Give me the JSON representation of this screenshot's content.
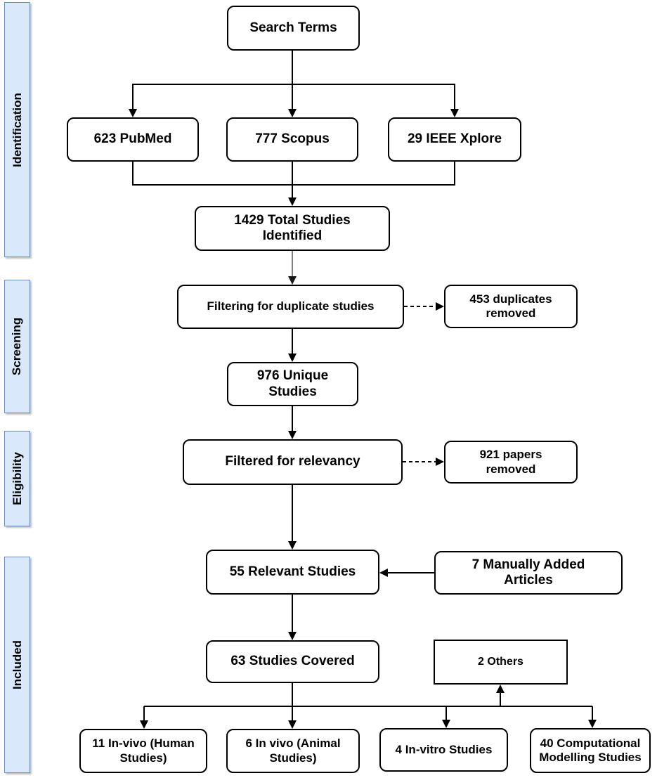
{
  "diagram": {
    "type": "flowchart",
    "stages": {
      "identification": "Identification",
      "screening": "Screening",
      "eligibility": "Eligibility",
      "included": "Included"
    },
    "nodes": {
      "search_terms": "Search Terms",
      "pubmed": "623 PubMed",
      "scopus": "777 Scopus",
      "ieee_xplore": "29 IEEE Xplore",
      "total_identified": "1429 Total Studies\nIdentified",
      "duplicate_filtering": "Filtering for duplicate studies",
      "duplicates_removed": "453 duplicates\nremoved",
      "unique_studies": "976 Unique\nStudies",
      "relevancy_filtering": "Filtered for relevancy",
      "papers_removed": "921 papers\nremoved",
      "relevant_studies": "55 Relevant Studies",
      "manually_added": "7 Manually Added\nArticles",
      "studies_covered": "63 Studies Covered",
      "others": "2 Others",
      "invivo_human": "11 In-vivo (Human\nStudies)",
      "invivo_animal": "6 In vivo (Animal\nStudies)",
      "invitro": "4 In-vitro Studies",
      "computational": "40 Computational\nModelling Studies"
    },
    "counts": {
      "pubmed": 623,
      "scopus": 777,
      "ieee_xplore": 29,
      "total_identified": 1429,
      "duplicates_removed": 453,
      "unique_studies": 976,
      "papers_removed": 921,
      "relevant_studies": 55,
      "manually_added": 7,
      "studies_covered": 63,
      "others": 2,
      "invivo_human": 11,
      "invivo_animal": 6,
      "invitro": 4,
      "computational": 40
    },
    "edges": [
      {
        "from": "search_terms",
        "to": "pubmed",
        "style": "solid-arrow"
      },
      {
        "from": "search_terms",
        "to": "scopus",
        "style": "solid-arrow"
      },
      {
        "from": "search_terms",
        "to": "ieee_xplore",
        "style": "solid-arrow"
      },
      {
        "from": "pubmed",
        "to": "total_identified",
        "style": "solid-arrow"
      },
      {
        "from": "scopus",
        "to": "total_identified",
        "style": "solid-arrow"
      },
      {
        "from": "ieee_xplore",
        "to": "total_identified",
        "style": "solid-arrow"
      },
      {
        "from": "total_identified",
        "to": "duplicate_filtering",
        "style": "gray-arrow"
      },
      {
        "from": "duplicate_filtering",
        "to": "duplicates_removed",
        "style": "dashed-arrow"
      },
      {
        "from": "duplicate_filtering",
        "to": "unique_studies",
        "style": "solid-arrow"
      },
      {
        "from": "unique_studies",
        "to": "relevancy_filtering",
        "style": "solid-arrow"
      },
      {
        "from": "relevancy_filtering",
        "to": "papers_removed",
        "style": "dashed-arrow"
      },
      {
        "from": "relevancy_filtering",
        "to": "relevant_studies",
        "style": "solid-arrow"
      },
      {
        "from": "manually_added",
        "to": "relevant_studies",
        "style": "solid-arrow"
      },
      {
        "from": "relevant_studies",
        "to": "studies_covered",
        "style": "solid-arrow"
      },
      {
        "from": "studies_covered",
        "to": "invivo_human",
        "style": "solid-arrow"
      },
      {
        "from": "studies_covered",
        "to": "invivo_animal",
        "style": "solid-arrow"
      },
      {
        "from": "studies_covered",
        "to": "invitro",
        "style": "solid-arrow"
      },
      {
        "from": "studies_covered",
        "to": "computational",
        "style": "solid-arrow"
      },
      {
        "from": "studies_covered",
        "to": "others",
        "style": "solid-arrow"
      }
    ],
    "colors": {
      "stage_fill": "#dae8fc",
      "stage_border": "#6c8ebf",
      "box_border": "#000000",
      "gray_connector": "#808080"
    }
  }
}
